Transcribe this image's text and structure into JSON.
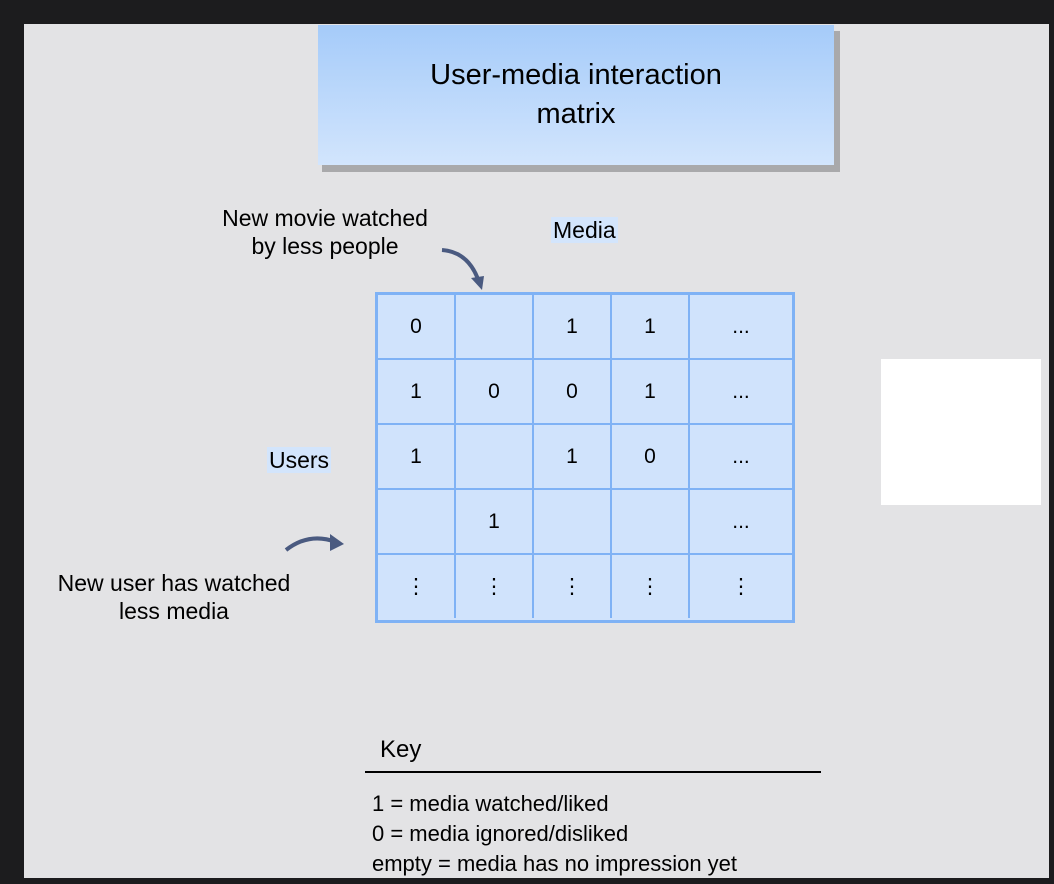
{
  "title": "User-media interaction matrix",
  "axis_labels": {
    "columns": "Media",
    "rows": "Users"
  },
  "annotations": {
    "new_movie": [
      "New movie watched",
      "by less people"
    ],
    "new_user": [
      "New user has watched",
      "less media"
    ]
  },
  "matrix": [
    [
      "0",
      "",
      "1",
      "1",
      "..."
    ],
    [
      "1",
      "0",
      "0",
      "1",
      "..."
    ],
    [
      "1",
      "",
      "1",
      "0",
      "..."
    ],
    [
      "",
      "1",
      "",
      "",
      "..."
    ],
    [
      "⋮",
      "⋮",
      "⋮",
      "⋮",
      "⋮"
    ]
  ],
  "key": {
    "title": "Key",
    "items": [
      "1 = media watched/liked",
      "0 = media ignored/disliked",
      "empty = media has no impression yet"
    ]
  },
  "colors": {
    "title_box": "#a5cbf9",
    "grid_fill": "#d0e3fc",
    "grid_border": "#7fb2f5",
    "arrow": "#4a5a80"
  }
}
